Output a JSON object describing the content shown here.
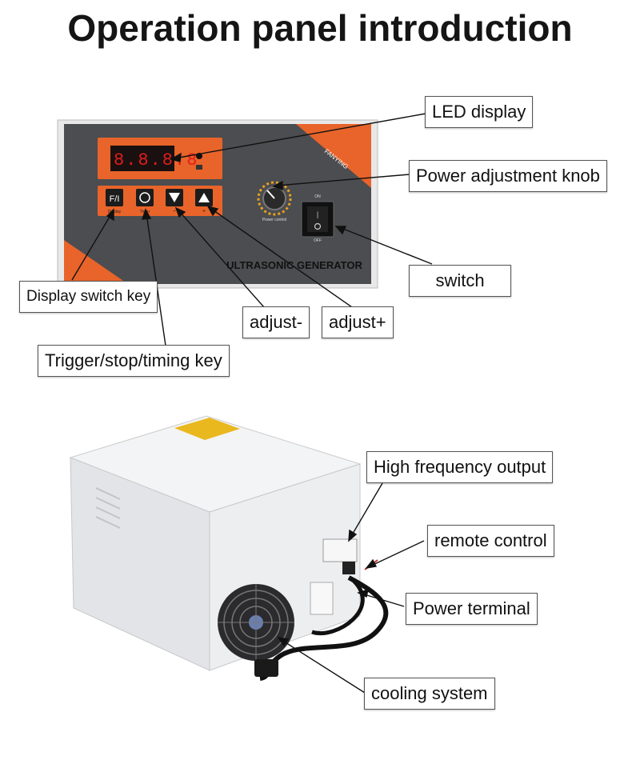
{
  "title": "Operation panel introduction",
  "panel": {
    "brand": "FANYING",
    "fi_key": "F/I",
    "fi_caption": "Display",
    "timer_caption": "Timer",
    "minus_caption": "−",
    "plus_caption": "+",
    "knob_caption": "Power control",
    "switch_on": "ON",
    "switch_off": "OFF",
    "generator_name": "ULTRASONIC GENERATOR"
  },
  "labels": {
    "led_display": "LED display",
    "power_knob": "Power adjustment knob",
    "switch": "switch",
    "display_switch_key": "Display switch key",
    "adjust_minus": "adjust-",
    "adjust_plus": "adjust+",
    "trigger_key": "Trigger/stop/timing key",
    "high_freq_output": "High frequency output",
    "remote_control": "remote control",
    "power_terminal": "Power terminal",
    "cooling_system": "cooling system"
  },
  "colors": {
    "panel_gray": "#4b4d50",
    "accent_orange": "#e8642a",
    "case_white": "#eef0f2",
    "led_red": "#e31c1c"
  }
}
